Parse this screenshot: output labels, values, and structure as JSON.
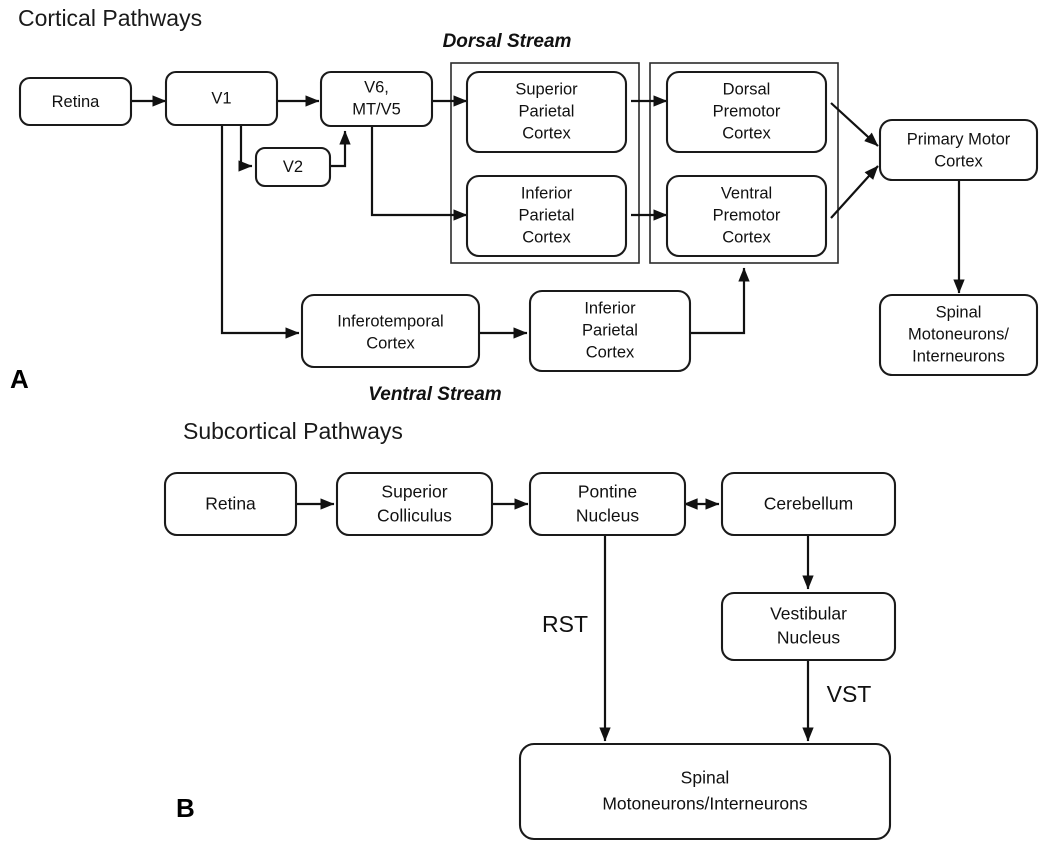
{
  "figure": {
    "panel_a": {
      "letter": "A",
      "title": "Cortical Pathways",
      "dorsal_stream_label": "Dorsal Stream",
      "ventral_stream_label": "Ventral Stream",
      "nodes": {
        "retina": "Retina",
        "v1": "V1",
        "v2": "V2",
        "v6_mt": "V6,\nMT/V5",
        "v6_mt_line1": "V6,",
        "v6_mt_line2": "MT/V5",
        "superior_parietal": "Superior\nParietal\nCortex",
        "superior_parietal_l1": "Superior",
        "superior_parietal_l2": "Parietal",
        "superior_parietal_l3": "Cortex",
        "inferior_parietal_dorsal": "Inferior\nParietal\nCortex",
        "inferior_parietal_dorsal_l1": "Inferior",
        "inferior_parietal_dorsal_l2": "Parietal",
        "inferior_parietal_dorsal_l3": "Cortex",
        "dorsal_premotor": "Dorsal\nPremotor\nCortex",
        "dorsal_premotor_l1": "Dorsal",
        "dorsal_premotor_l2": "Premotor",
        "dorsal_premotor_l3": "Cortex",
        "ventral_premotor": "Ventral\nPremotor\nCortex",
        "ventral_premotor_l1": "Ventral",
        "ventral_premotor_l2": "Premotor",
        "ventral_premotor_l3": "Cortex",
        "primary_motor": "Primary Motor\nCortex",
        "primary_motor_l1": "Primary Motor",
        "primary_motor_l2": "Cortex",
        "spinal": "Spinal\nMotoneurons/\nInterneurons",
        "spinal_l1": "Spinal",
        "spinal_l2": "Motoneurons/",
        "spinal_l3": "Interneurons",
        "inferotemporal": "Inferotemporal\nCortex",
        "inferotemporal_l1": "Inferotemporal",
        "inferotemporal_l2": "Cortex",
        "inferior_parietal_ventral": "Inferior\nParietal\nCortex",
        "inferior_parietal_ventral_l1": "Inferior",
        "inferior_parietal_ventral_l2": "Parietal",
        "inferior_parietal_ventral_l3": "Cortex"
      },
      "edges": [
        {
          "from": "retina",
          "to": "v1",
          "type": "arrow"
        },
        {
          "from": "v1",
          "to": "v6_mt",
          "type": "arrow"
        },
        {
          "from": "v1",
          "to": "v2",
          "type": "arrow"
        },
        {
          "from": "v2",
          "to": "v6_mt",
          "type": "arrow"
        },
        {
          "from": "v6_mt",
          "to": "superior_parietal",
          "type": "arrow"
        },
        {
          "from": "v6_mt",
          "to": "inferior_parietal_dorsal",
          "type": "arrow"
        },
        {
          "from": "v1",
          "to": "inferotemporal",
          "type": "arrow"
        },
        {
          "from": "superior_parietal",
          "to": "dorsal_premotor",
          "type": "arrow"
        },
        {
          "from": "inferior_parietal_dorsal",
          "to": "ventral_premotor",
          "type": "arrow"
        },
        {
          "from": "dorsal_premotor",
          "to": "primary_motor",
          "type": "arrow"
        },
        {
          "from": "ventral_premotor",
          "to": "primary_motor",
          "type": "arrow"
        },
        {
          "from": "primary_motor",
          "to": "spinal",
          "type": "arrow"
        },
        {
          "from": "inferotemporal",
          "to": "inferior_parietal_ventral",
          "type": "arrow"
        },
        {
          "from": "inferior_parietal_ventral",
          "to": "ventral_premotor",
          "type": "arrow"
        }
      ]
    },
    "panel_b": {
      "letter": "B",
      "title": "Subcortical Pathways",
      "nodes": {
        "retina": "Retina",
        "superior_colliculus": "Superior\nColliculus",
        "superior_colliculus_l1": "Superior",
        "superior_colliculus_l2": "Colliculus",
        "pontine_nucleus": "Pontine\nNucleus",
        "pontine_nucleus_l1": "Pontine",
        "pontine_nucleus_l2": "Nucleus",
        "cerebellum": "Cerebellum",
        "vestibular_nucleus": "Vestibular\nNucleus",
        "vestibular_nucleus_l1": "Vestibular",
        "vestibular_nucleus_l2": "Nucleus",
        "spinal": "Spinal\nMotoneurons/Interneurons",
        "spinal_l1": "Spinal",
        "spinal_l2": "Motoneurons/Interneurons"
      },
      "tract_labels": {
        "rst": "RST",
        "vst": "VST"
      },
      "edges": [
        {
          "from": "retina",
          "to": "superior_colliculus",
          "type": "arrow"
        },
        {
          "from": "superior_colliculus",
          "to": "pontine_nucleus",
          "type": "arrow"
        },
        {
          "from": "pontine_nucleus",
          "to": "cerebellum",
          "type": "double-arrow"
        },
        {
          "from": "cerebellum",
          "to": "vestibular_nucleus",
          "type": "arrow"
        },
        {
          "from": "pontine_nucleus",
          "to": "spinal",
          "type": "arrow",
          "label": "RST"
        },
        {
          "from": "vestibular_nucleus",
          "to": "spinal",
          "type": "arrow",
          "label": "VST"
        }
      ]
    },
    "colors": {
      "background": "#ffffff",
      "stroke": "#111111",
      "box_fill": "#ffffff",
      "group_stroke": "#2b2b2b"
    }
  }
}
